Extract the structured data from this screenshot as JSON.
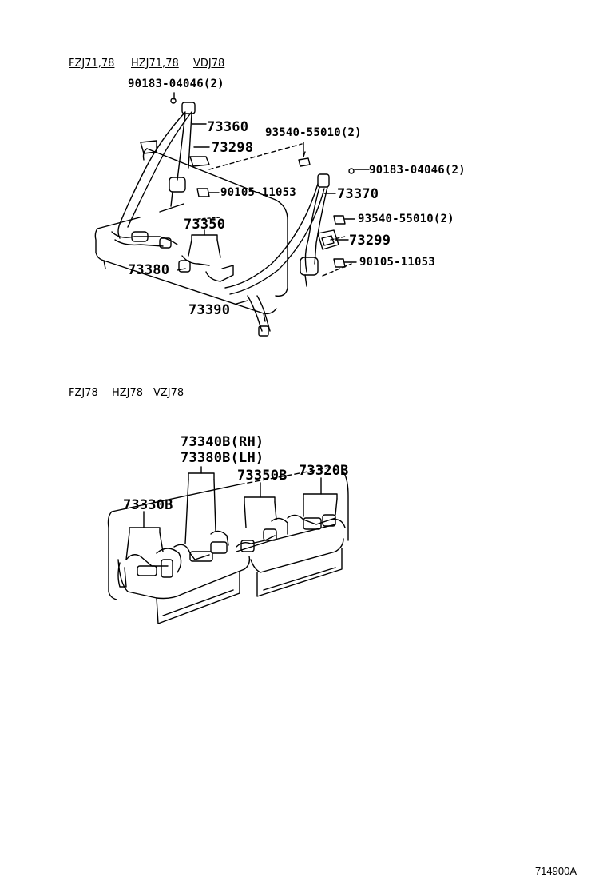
{
  "top": {
    "models": [
      "FZJ71,78",
      "HZJ71,78",
      "VDJ78"
    ],
    "parts": {
      "p90183_left": "90183-04046(2)",
      "p73360": "73360",
      "p93540_top": "93540-55010(2)",
      "p73298": "73298",
      "p90183_right": "90183-04046(2)",
      "p90105_left": "90105-11053",
      "p73370": "73370",
      "p93540_right": "93540-55010(2)",
      "p73350": "73350",
      "p73299": "73299",
      "p90105_right": "90105-11053",
      "p73380": "73380",
      "p73390": "73390"
    }
  },
  "bottom": {
    "models": [
      "FZJ78",
      "HZJ78",
      "VZJ78"
    ],
    "parts": {
      "p73340B": "73340B(RH)",
      "p73380B": "73380B(LH)",
      "p73350B": "73350B",
      "p73320B": "73320B",
      "p73330B": "73330B"
    }
  },
  "illustration_code": "714900A"
}
